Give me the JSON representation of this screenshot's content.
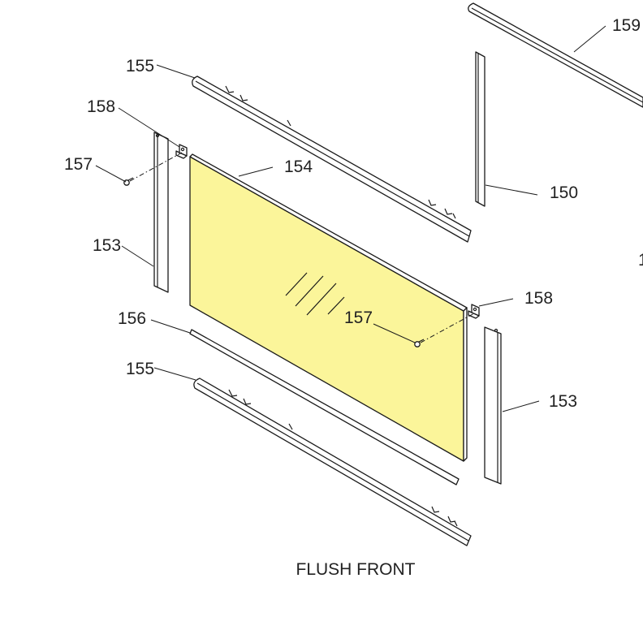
{
  "diagram": {
    "caption": "FLUSH FRONT",
    "glass_color": "#FBF59A",
    "callouts": {
      "c159": "159",
      "c155_top": "155",
      "c158_left": "158",
      "c157_left": "157",
      "c154": "154",
      "c150": "150",
      "c153_left": "153",
      "c156": "156",
      "c155_bottom": "155",
      "c157_right": "157",
      "c158_right": "158",
      "c153_right": "153",
      "c_partial": "1"
    }
  }
}
